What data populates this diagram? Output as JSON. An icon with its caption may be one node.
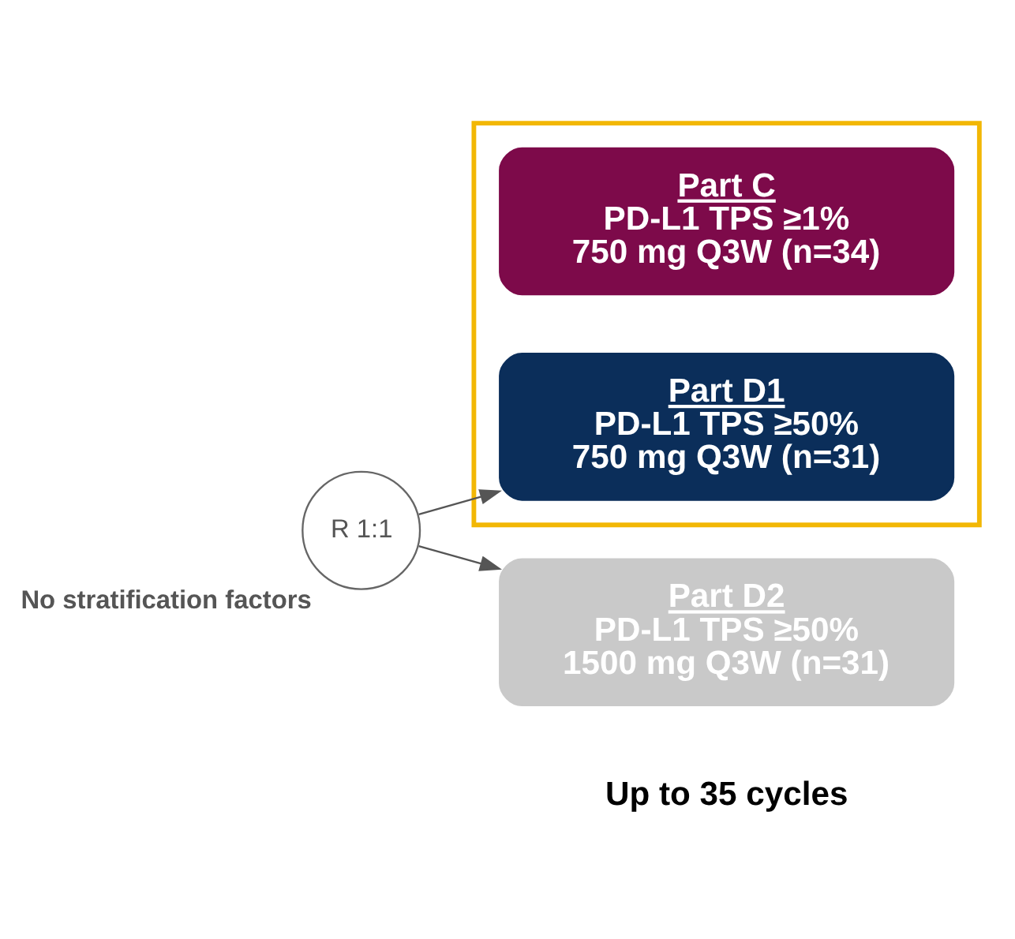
{
  "diagram": {
    "nodes": [
      {
        "text": [],
        "shape": "box"
      },
      {
        "text": [
          "Part C",
          "PD-L1 TPS ≥1%",
          "750 mg Q3W (n=34)"
        ],
        "in": 0
      },
      {
        "text": [
          "Part D1",
          "PD-L1 TPS ≥50%",
          "750 mg Q3W (n=31)"
        ],
        "in": 0
      },
      {
        "text": [
          "R 1:1"
        ],
        "beside": [
          "No stratification factors"
        ]
      },
      {
        "text": [
          "Part D2",
          "PD-L1 TPS ≥50%",
          "1500 mg Q3W (n=31)"
        ]
      }
    ],
    "edges": [
      {
        "from": 3,
        "to": 2,
        "arrow": "to"
      },
      {
        "from": 3,
        "to": 4,
        "arrow": "to"
      }
    ],
    "labels": [
      "Up to 35 cycles"
    ]
  }
}
